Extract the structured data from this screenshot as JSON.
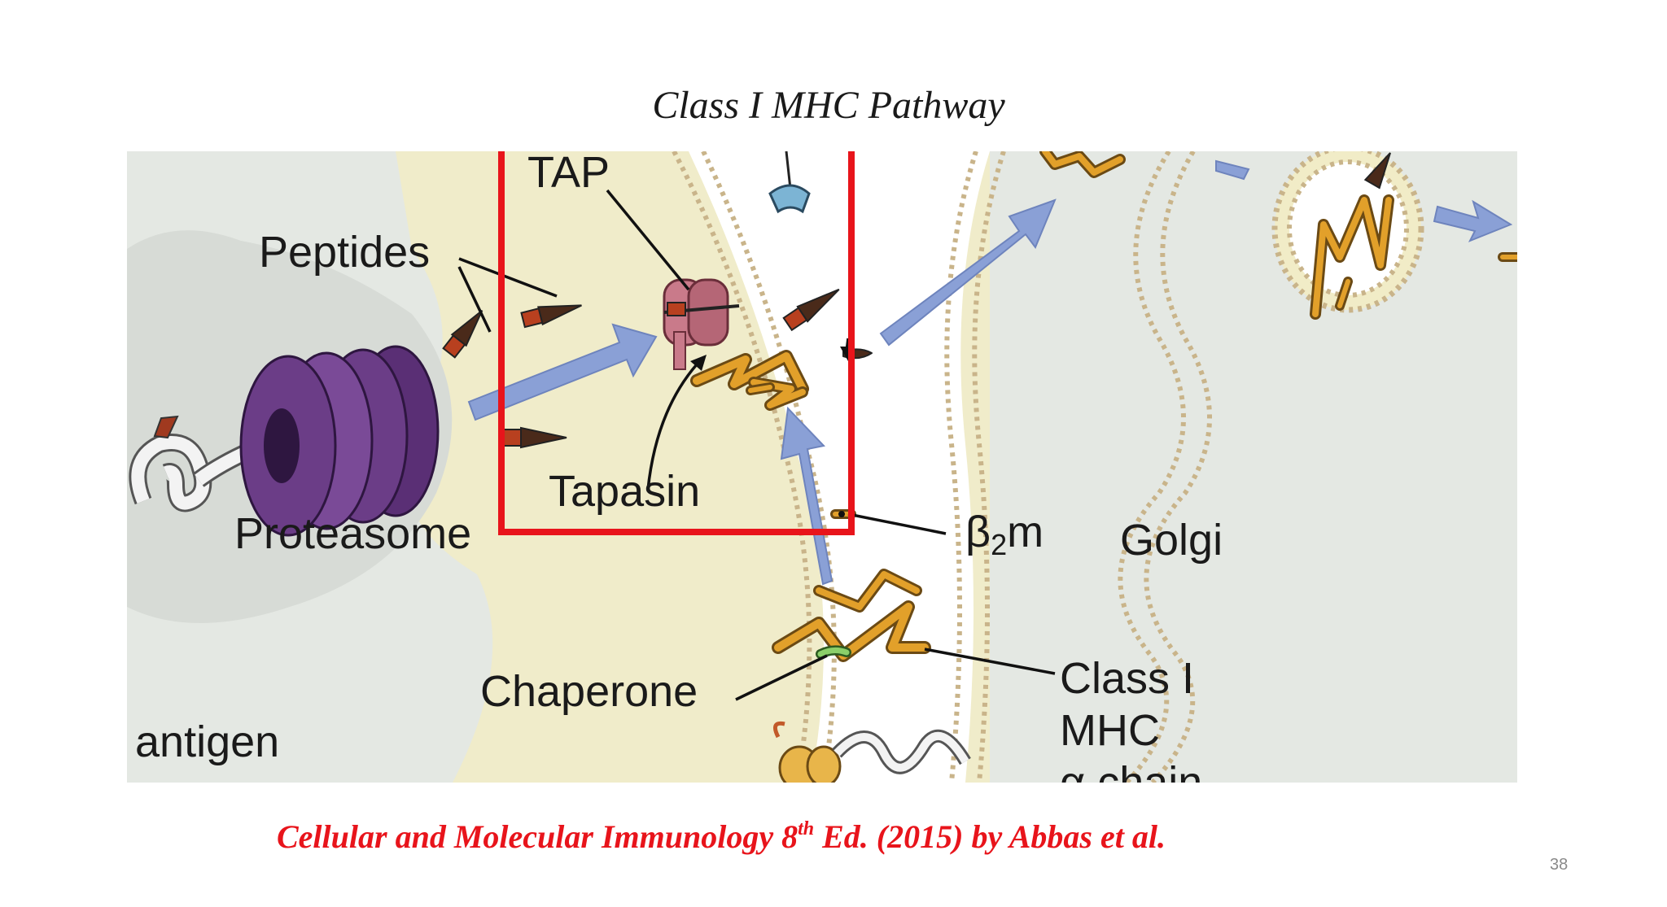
{
  "slide": {
    "title": "Class I MHC Pathway",
    "citation_part1": "Cellular and Molecular Immunology 8",
    "citation_sup": "th",
    "citation_part2": " Ed. (2015) by Abbas et al.",
    "page_number": "38"
  },
  "diagram": {
    "labels": {
      "tap": "TAP",
      "peptides": "Peptides",
      "proteasome": "Proteasome",
      "tapasin": "Tapasin",
      "beta2m_beta": "β",
      "beta2m_sub": "2",
      "beta2m_m": "m",
      "golgi": "Golgi",
      "chaperone": "Chaperone",
      "class_i_line1": "Class I",
      "class_i_line2": "MHC",
      "class_i_line3": "α chain",
      "antigen": "antigen"
    },
    "colors": {
      "highlight_box": "#e8141b",
      "cytosol": "#e4e8e3",
      "er_lumen": "#f1ecc7",
      "arrow": "#8aa0d6",
      "proteasome": "#6b3d87",
      "mhc": "#e2a02a",
      "tap": "#c97a8a",
      "membrane": "#c9b48a"
    }
  }
}
